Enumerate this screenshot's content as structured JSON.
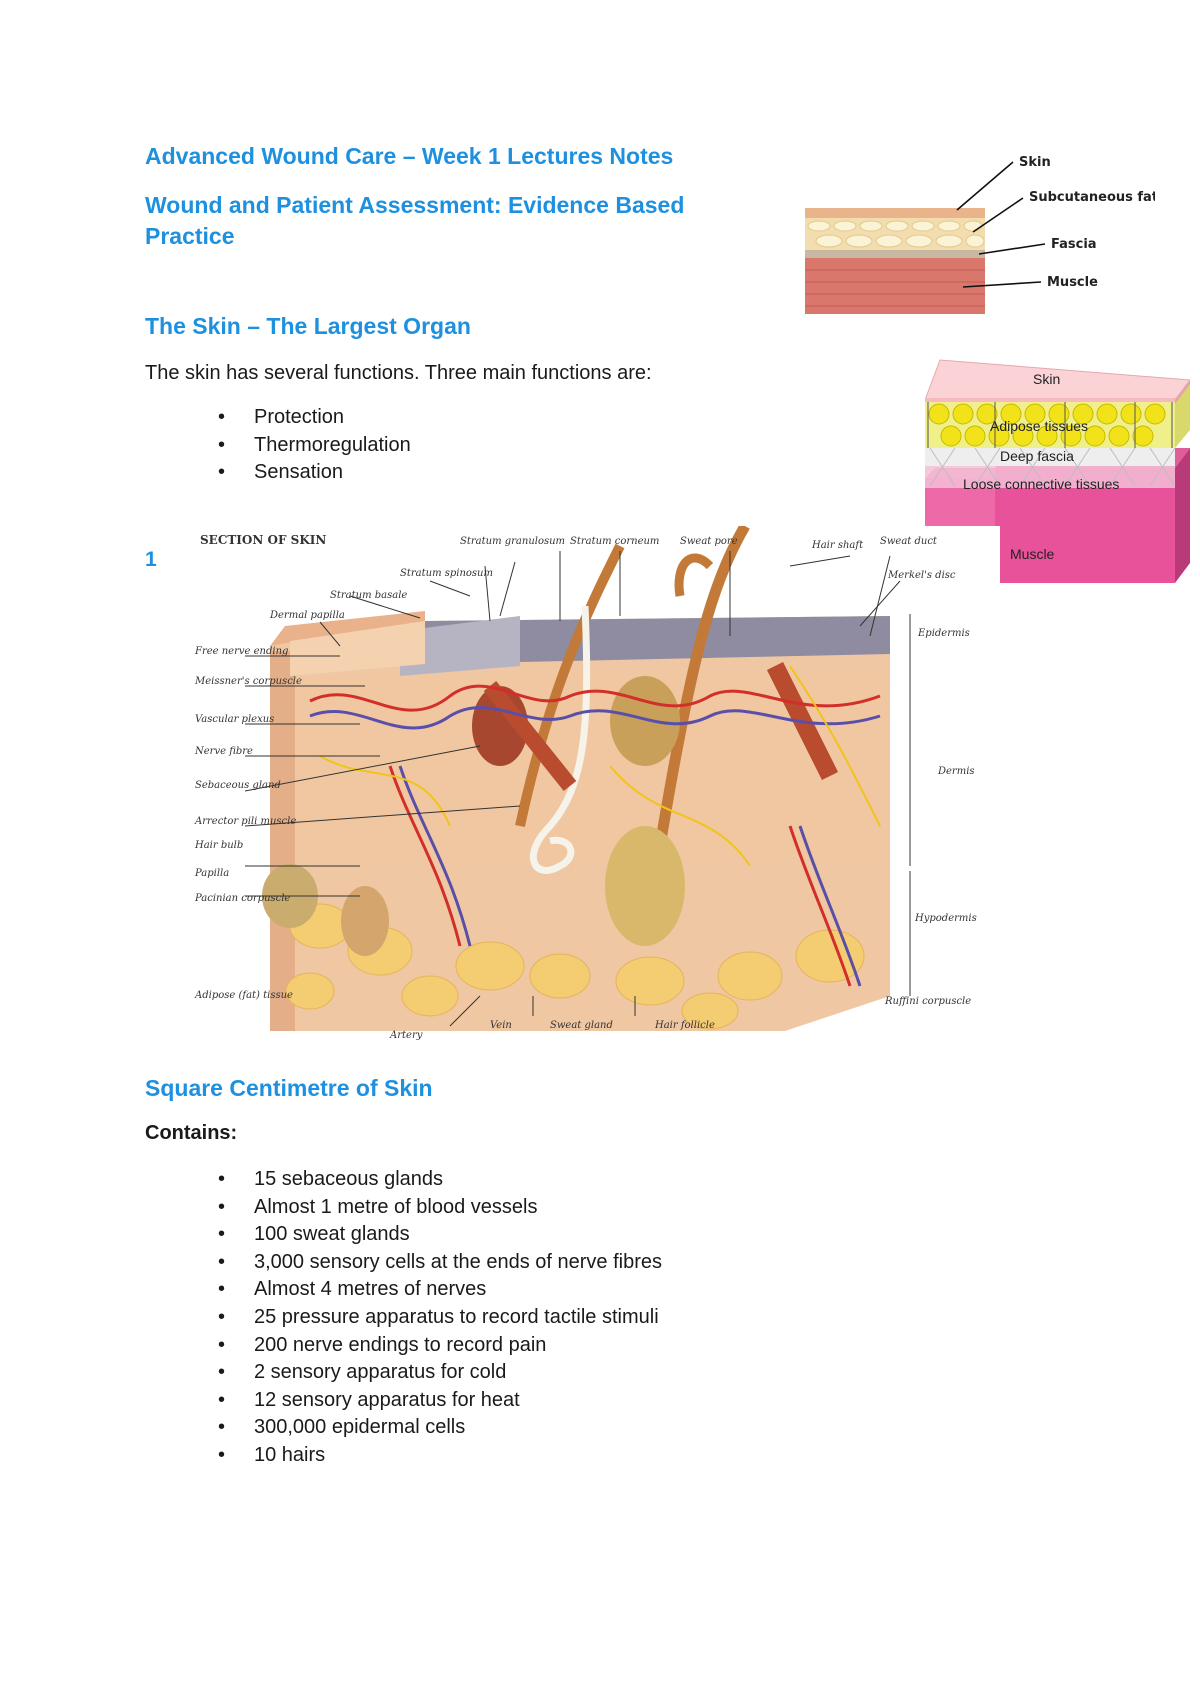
{
  "document": {
    "title": "Advanced Wound Care – Week 1 Lectures Notes",
    "subtitle": "Wound and Patient Assessment: Evidence Based Practice",
    "section1": {
      "heading": "The Skin – The Largest Organ",
      "intro": "The skin has several functions. Three main functions are:",
      "functions": [
        "Protection",
        "Thermoregulation",
        "Sensation"
      ]
    },
    "figure_number": "1",
    "section2": {
      "heading": "Square Centimetre of Skin",
      "contains_label": "Contains:",
      "items": [
        "15 sebaceous glands",
        "Almost 1 metre of blood vessels",
        "100 sweat glands",
        "3,000 sensory cells at the ends of nerve fibres",
        "Almost 4 metres of nerves",
        "25 pressure apparatus to record tactile stimuli",
        "200 nerve endings to record pain",
        "2 sensory apparatus for cold",
        "12 sensory apparatus for heat",
        "300,000 epidermal cells",
        "10 hairs"
      ]
    }
  },
  "diagram_layers": {
    "labels": [
      "Skin",
      "Subcutaneous fat",
      "Fascia",
      "Muscle"
    ]
  },
  "diagram_block": {
    "labels": [
      "Skin",
      "Adipose tissues",
      "Deep fascia",
      "Loose connective tissues",
      "Muscle"
    ]
  },
  "section_of_skin": {
    "title": "SECTION OF SKIN",
    "labels": {
      "stratum_granulosum": "Stratum granulosum",
      "stratum_corneum": "Stratum corneum",
      "sweat_pore": "Sweat pore",
      "hair_shaft": "Hair shaft",
      "sweat_duct": "Sweat duct",
      "merkels_disc": "Merkel's disc",
      "stratum_spinosum": "Stratum spinosum",
      "stratum_basale": "Stratum basale",
      "dermal_papilla": "Dermal papilla",
      "epidermis": "Epidermis",
      "free_nerve_ending": "Free nerve ending",
      "meissners_corpuscle": "Meissner's corpuscle",
      "vascular_plexus": "Vascular plexus",
      "nerve_fibre": "Nerve fibre",
      "dermis": "Dermis",
      "sebaceous_gland": "Sebaceous gland",
      "arrector_pili_muscle": "Arrector pili muscle",
      "hair_bulb": "Hair bulb",
      "papilla": "Papilla",
      "hypodermis": "Hypodermis",
      "pacinian_corpuscle": "Pacinian corpuscle",
      "adipose_tissue": "Adipose (fat) tissue",
      "ruffini_corpuscle": "Ruffini corpuscle",
      "artery": "Artery",
      "vein": "Vein",
      "sweat_gland": "Sweat gland",
      "hair_follicle": "Hair follicle"
    }
  }
}
